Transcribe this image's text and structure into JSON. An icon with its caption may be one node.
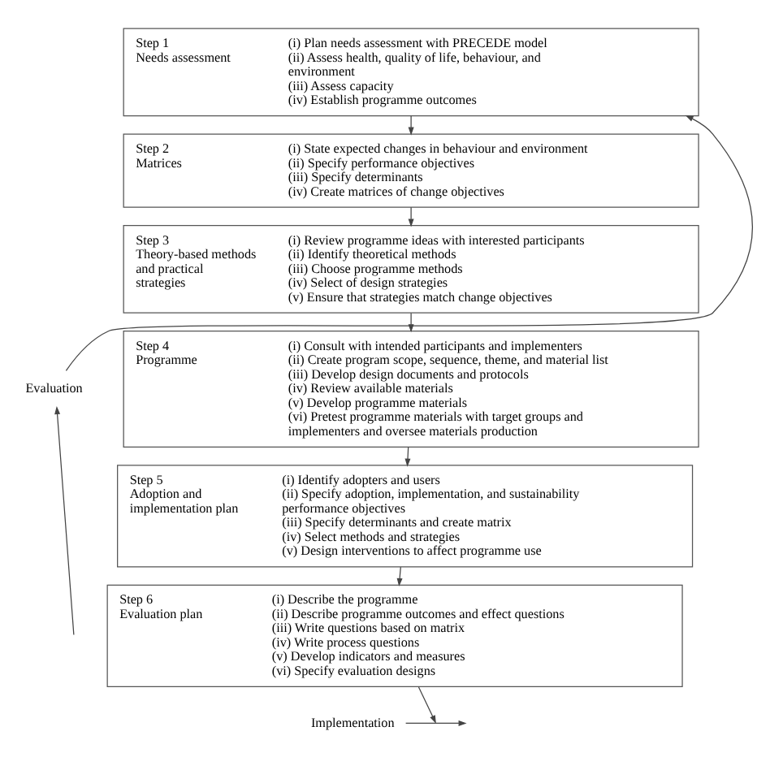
{
  "diagram": {
    "nodes": [
      {
        "text": [
          "Step 1",
          "Needs assessment",
          "(i) Plan needs assessment with PRECEDE model",
          "(ii) Assess health, quality of life, behaviour, and environment",
          "(iii) Assess capacity",
          "(iv) Establish programme outcomes"
        ]
      },
      {
        "text": [
          "Step 2",
          "Matrices",
          "(i) State expected changes in behaviour and environment",
          "(ii) Specify performance objectives",
          "(iii) Specify determinants",
          "(iv) Create matrices of change objectives"
        ]
      },
      {
        "text": [
          "Step 3",
          "Theory-based methods and practical strategies",
          "(i) Review programme ideas with interested participants",
          "(ii) Identify theoretical methods",
          "(iii) Choose programme methods",
          "(iv) Select of design strategies",
          "(v) Ensure that strategies match change objectives"
        ]
      },
      {
        "text": [
          "Step 4",
          "Programme",
          "(i) Consult with intended participants and implementers",
          "(ii) Create program scope, sequence, theme, and material list",
          "(iii) Develop design documents and protocols",
          "(iv) Review available materials",
          "(v) Develop programme materials",
          "(vi) Pretest programme materials with target groups and implementers and oversee materials production"
        ]
      },
      {
        "text": [
          "Step 5",
          "Adoption and implementation plan",
          "(i) Identify adopters and users",
          "(ii) Specify adoption, implementation, and sustainability performance objectives",
          "(iii) Specify determinants and create matrix",
          "(iv) Select methods and strategies",
          "(v) Design interventions to affect programme use"
        ]
      },
      {
        "text": [
          "Step 6",
          "Evaluation plan",
          "(i) Describe the programme",
          "(ii) Describe programme outcomes and effect questions",
          "(iii) Write questions based on matrix",
          "(iv) Write process questions",
          "(v) Develop indicators and measures",
          "(vi) Specify evaluation designs"
        ]
      },
      {
        "text": [
          "Evaluation"
        ]
      },
      {
        "text": [
          "Implementation"
        ]
      }
    ],
    "edges": [
      {
        "from": 0,
        "to": 1,
        "arrow": "to"
      },
      {
        "from": 1,
        "to": 2,
        "arrow": "to"
      },
      {
        "from": 2,
        "to": 3,
        "arrow": "to"
      },
      {
        "from": 3,
        "to": 4,
        "arrow": "to"
      },
      {
        "from": 4,
        "to": 5,
        "arrow": "to"
      },
      {
        "from": 5,
        "to": null,
        "arrow": "to"
      },
      {
        "from": 6,
        "to": 0,
        "arrow": "to"
      },
      {
        "from": null,
        "to": 6,
        "arrow": "to"
      },
      {
        "from": 7,
        "to": null,
        "arrow": "to"
      }
    ]
  }
}
